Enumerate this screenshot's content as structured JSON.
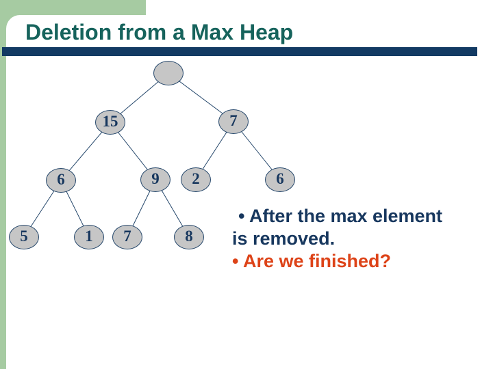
{
  "slide": {
    "title": "Deletion from a Max Heap"
  },
  "colors": {
    "title_teal": "#16635c",
    "accent_navy": "#123a63",
    "green_accent": "#a6cba2",
    "node_fill": "#c6c6c6",
    "node_border": "#25476b",
    "node_text": "#17375e",
    "note_navy": "#17375e",
    "note_red": "#dd4318"
  },
  "heap": {
    "description": "Max heap after removing the max element; root is empty",
    "root": {
      "value": ""
    },
    "nodes": [
      {
        "value": "15"
      },
      {
        "value": "7"
      },
      {
        "value": "6"
      },
      {
        "value": "9"
      },
      {
        "value": "2"
      },
      {
        "value": "6"
      },
      {
        "value": "5"
      },
      {
        "value": "1"
      },
      {
        "value": "7"
      },
      {
        "value": "8"
      }
    ]
  },
  "note": {
    "line1": "• After the max element",
    "line2": "is removed.",
    "line3": "• Are we finished?"
  }
}
